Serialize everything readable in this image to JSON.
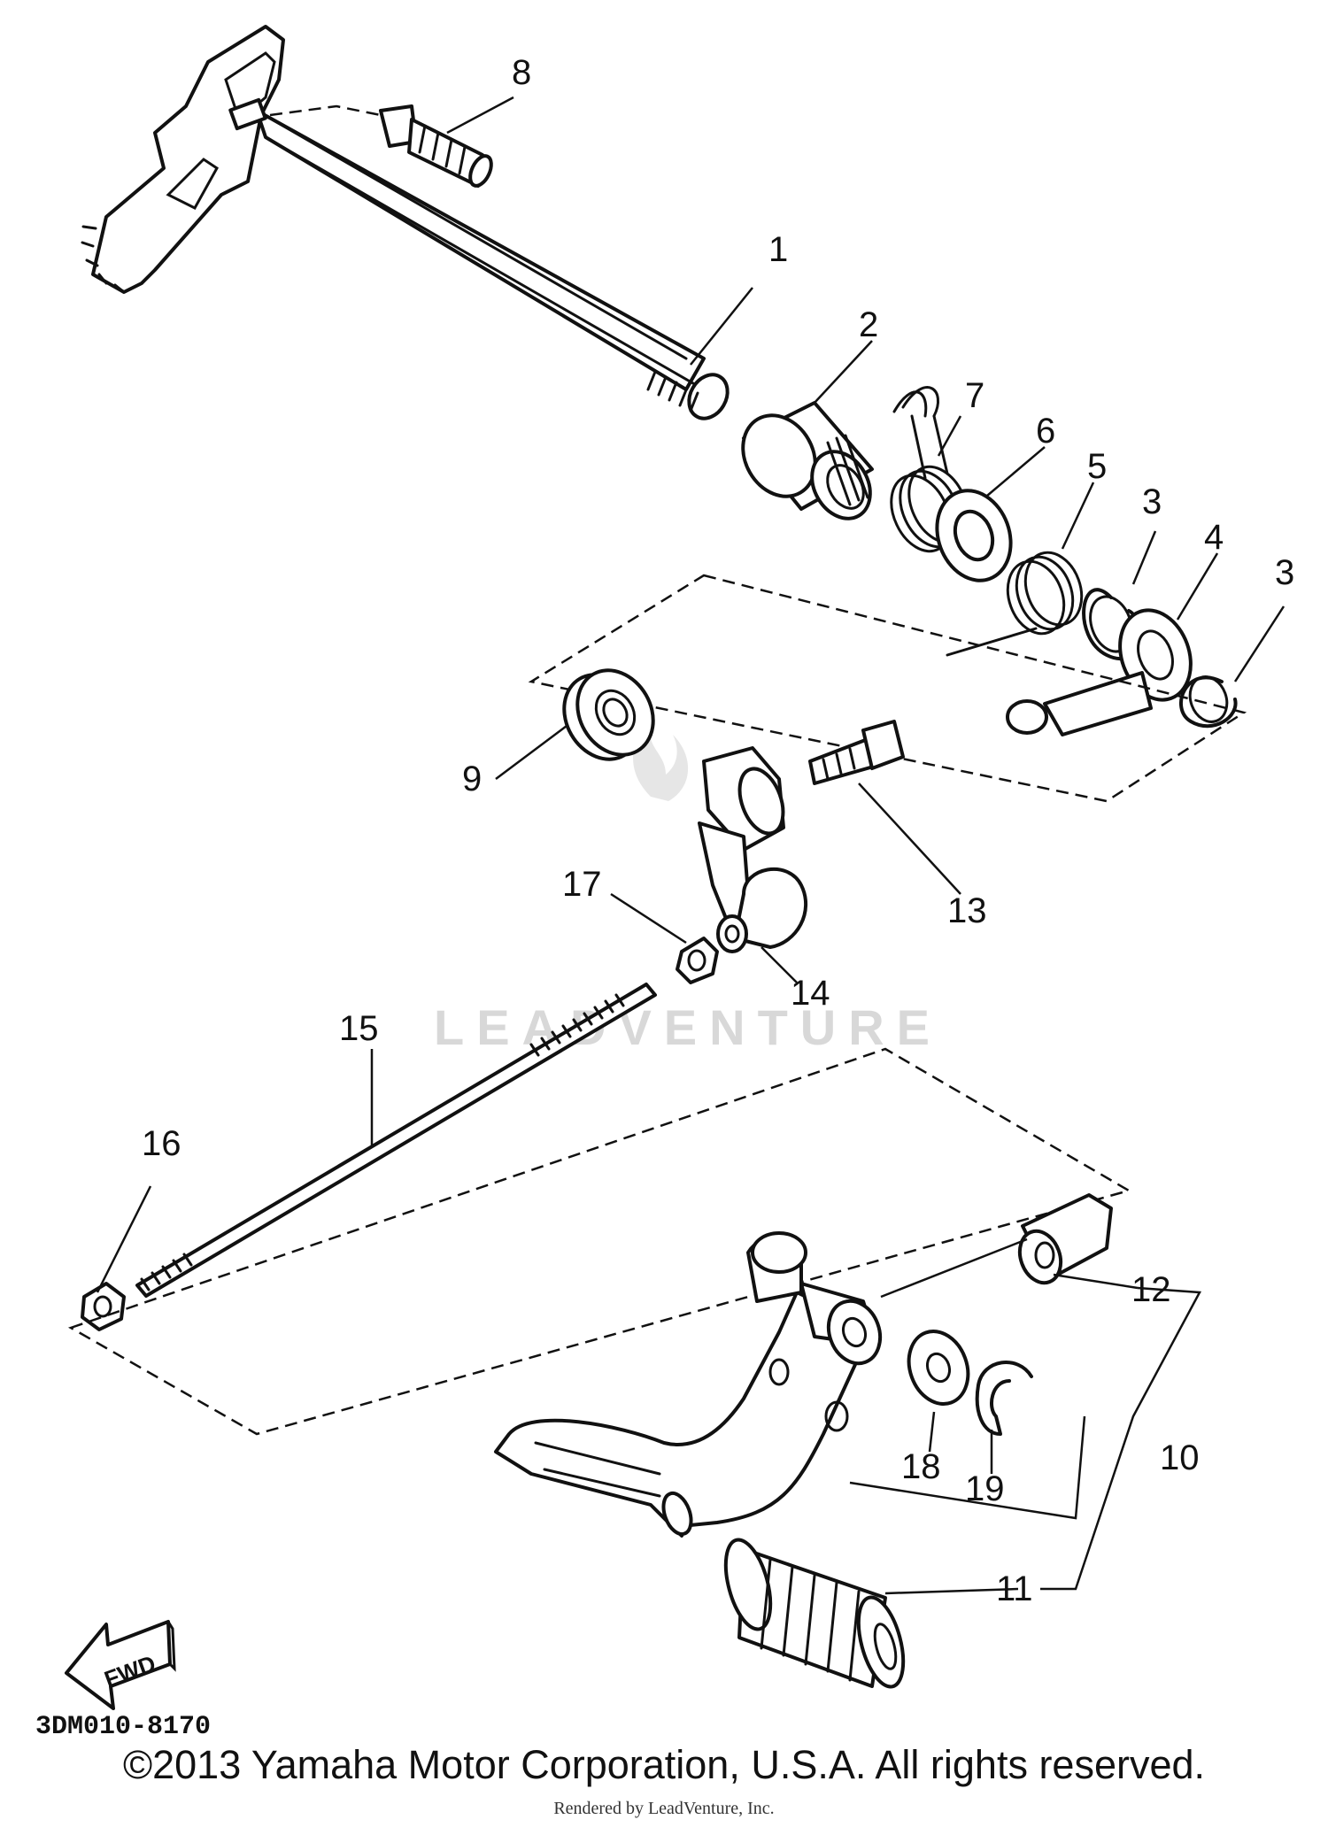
{
  "diagram": {
    "callouts": [
      "1",
      "2",
      "3",
      "3",
      "4",
      "5",
      "6",
      "7",
      "8",
      "9",
      "10",
      "11",
      "12",
      "13",
      "14",
      "15",
      "16",
      "17",
      "18",
      "19"
    ],
    "fwd_label": "FWD",
    "drawing_code": "3DM010-8170",
    "watermark": "LEADVENTURE"
  },
  "footer": {
    "copyright": "©2013 Yamaha Motor Corporation, U.S.A. All rights reserved.",
    "rendered_by": "Rendered by LeadVenture, Inc."
  }
}
